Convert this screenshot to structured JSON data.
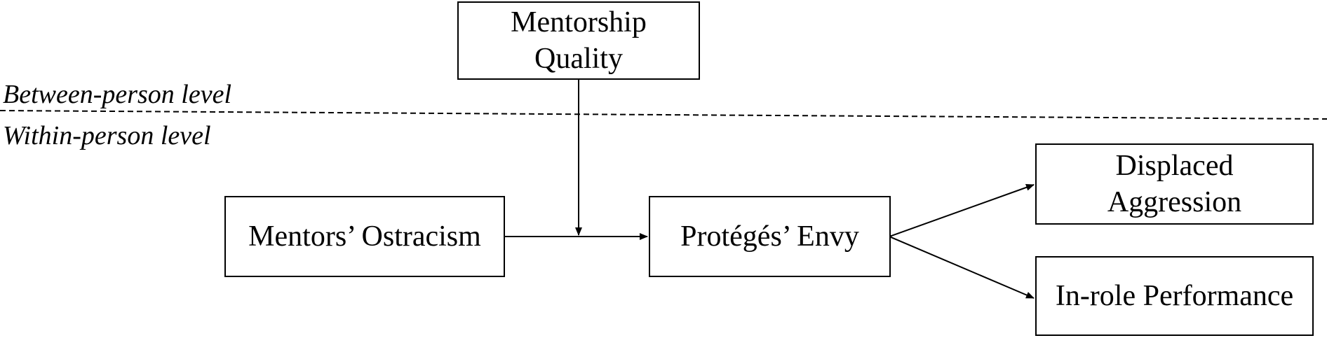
{
  "diagram": {
    "levels": {
      "between": "Between-person level",
      "within": "Within-person level"
    },
    "nodes": {
      "mentorship_quality": {
        "line1": "Mentorship",
        "line2": "Quality"
      },
      "mentors_ostracism": "Mentors’ Ostracism",
      "proteges_envy": "Protégés’ Envy",
      "displaced_aggression": {
        "line1": "Displaced",
        "line2": "Aggression"
      },
      "in_role_performance": "In-role Performance"
    }
  }
}
